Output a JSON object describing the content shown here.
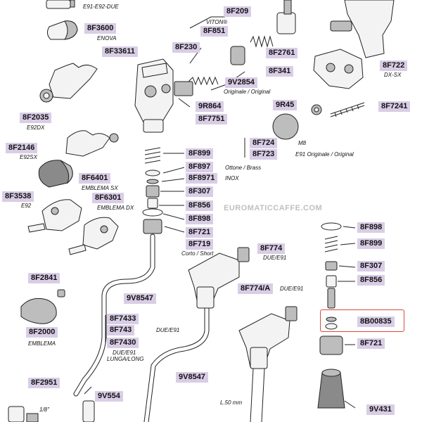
{
  "labels": {
    "8F209": "8F209",
    "8F3600": "8F3600",
    "8F851": "8F851",
    "8F33611": "8F33611",
    "8F230": "8F230",
    "8F2761": "8F2761",
    "8F341": "8F341",
    "8F722": "8F722",
    "9V2854": "9V2854",
    "9R864": "9R864",
    "9R45": "9R45",
    "8F7751": "8F7751",
    "8F7241": "8F7241",
    "8F2035": "8F2035",
    "8F724": "8F724",
    "8F2146": "8F2146",
    "8F723": "8F723",
    "8F899_a": "8F899",
    "8F897": "8F897",
    "8F6401": "8F6401",
    "8F8971": "8F8971",
    "8F3538": "8F3538",
    "8F307_a": "8F307",
    "8F6301": "8F6301",
    "8F856_a": "8F856",
    "8F898_a": "8F898",
    "8F898_b": "8F898",
    "8F721_a": "8F721",
    "8F899_b": "8F899",
    "8F719": "8F719",
    "8F774": "8F774",
    "8F307_b": "8F307",
    "8F2841": "8F2841",
    "8F856_b": "8F856",
    "9V8547_a": "9V8547",
    "8F774A": "8F774/A",
    "8B00835": "8B00835",
    "8F7433": "8F7433",
    "8F2000": "8F2000",
    "8F743": "8F743",
    "8F721_b": "8F721",
    "8F7430": "8F7430",
    "9V8547_b": "9V8547",
    "8F2951": "8F2951",
    "9V554": "9V554",
    "9V431": "9V431"
  },
  "captions": {
    "e91_e92_due": "E91-E92-DUE",
    "enova": "ENOVA",
    "viton": "VITON®",
    "originale_original_1": "Originale / Original",
    "dx_sx": "DX-SX",
    "e92dx": "E92DX",
    "m8": "M8",
    "e91_originale": "E91 Originale / Original",
    "e92sx": "E92SX",
    "ottone_brass": "Ottone / Brass",
    "emblema_sx": "EMBLEMA SX",
    "inox": "INOX",
    "e92": "E92",
    "emblema_dx": "EMBLEMA DX",
    "corto_short": "Corto / Short",
    "due_e91_1": "DUE/E91",
    "due_e91_2": "DUE/E91",
    "emblema": "EMBLEMA",
    "due_e91_3": "DUE/E91",
    "due_e91_lunga": "DUE/E91",
    "lunga_long": "LUNGA/LONG",
    "l50mm": "L.50 mm",
    "eighth_inch": "1/8\""
  },
  "watermark": "EUROMATICCAFFE.COM",
  "colors": {
    "label_bg": "#d9cde6",
    "highlight": "#d84a3c",
    "watermark": "#bfbfbf"
  },
  "highlighted_part": "8B00835"
}
